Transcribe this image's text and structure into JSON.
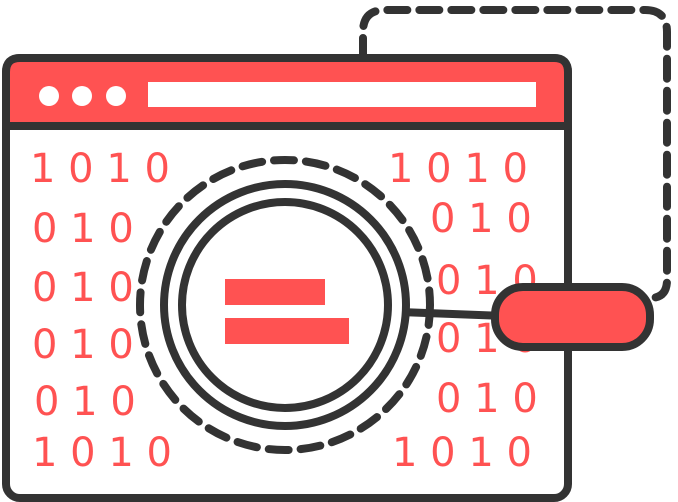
{
  "colors": {
    "accent": "#ff5252",
    "outline": "#333333",
    "background": "#ffffff"
  },
  "icons": {
    "window": "browser-window-icon",
    "magnifier": "magnifying-glass-icon",
    "handle": "magnifier-handle-icon",
    "cable": "dashed-cable-icon"
  },
  "binary": {
    "left": [
      "1 0 1 0",
      "0 1 0",
      "0 1 0",
      "0 1 0",
      "0 1 0",
      "1 0 1 0"
    ],
    "right": [
      "1 0 1 0",
      "0 1 0",
      "0 1 0",
      "0 1 0",
      "0 1 0",
      "1 0 1 0"
    ]
  }
}
